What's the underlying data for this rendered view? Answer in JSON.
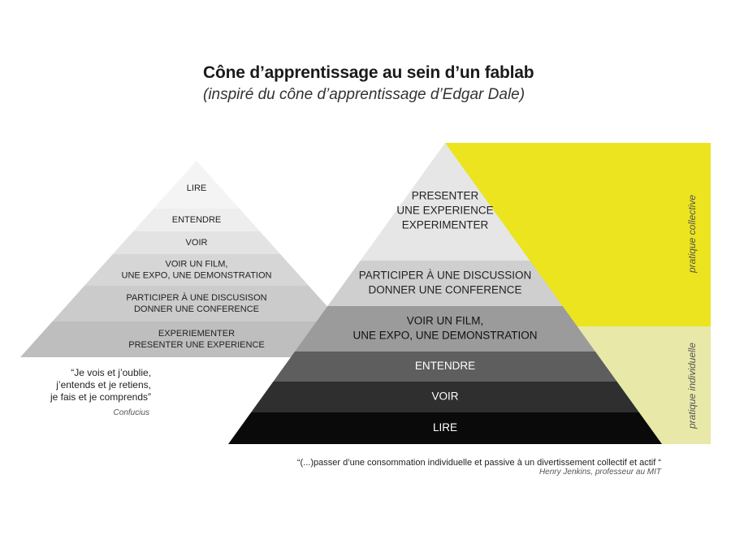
{
  "title": "Cône d’apprentissage au sein d’un fablab",
  "subtitle": "(inspiré du cône d’apprentissage d’Edgar Dale)",
  "left_pyramid": {
    "levels": [
      {
        "lines": [
          "LIRE"
        ],
        "color": "#f4f4f4"
      },
      {
        "lines": [
          "ENTENDRE"
        ],
        "color": "#eeeeee"
      },
      {
        "lines": [
          "VOIR"
        ],
        "color": "#e3e3e3"
      },
      {
        "lines": [
          "VOIR UN FILM,",
          "UNE EXPO, UNE DEMONSTRATION"
        ],
        "color": "#d6d6d6"
      },
      {
        "lines": [
          "PARTICIPER À UNE DISCUSISON",
          "DONNER UNE CONFERENCE"
        ],
        "color": "#cbcbcb"
      },
      {
        "lines": [
          "EXPERIEMENTER",
          "PRESENTER UNE EXPERIENCE"
        ],
        "color": "#bebebe"
      }
    ],
    "text_color": "#222222"
  },
  "left_quote": {
    "lines": [
      "“Je vois et j’oublie,",
      "j’entends et je retiens,",
      "je fais et je comprends”"
    ],
    "author": "Confucius"
  },
  "right_pyramid": {
    "levels": [
      {
        "lines": [
          "PRESENTER",
          "UNE EXPERIENCE",
          "EXPERIMENTER"
        ],
        "color": "#e6e6e6",
        "text_color": "#222222"
      },
      {
        "lines": [
          "PARTICIPER À UNE DISCUSSION",
          "DONNER UNE CONFERENCE"
        ],
        "color": "#cfcfcf",
        "text_color": "#222222"
      },
      {
        "lines": [
          "VOIR UN FILM,",
          "UNE EXPO, UNE DEMONSTRATION"
        ],
        "color": "#9b9b9b",
        "text_color": "#111111"
      },
      {
        "lines": [
          "ENTENDRE"
        ],
        "color": "#5e5e5e",
        "text_color": "#ffffff"
      },
      {
        "lines": [
          "VOIR"
        ],
        "color": "#2f2f2f",
        "text_color": "#ffffff"
      },
      {
        "lines": [
          "LIRE"
        ],
        "color": "#0a0a0a",
        "text_color": "#ffffff"
      }
    ]
  },
  "side_bands": {
    "collective": {
      "label": "pratique collective",
      "color": "#ebe41f"
    },
    "individual": {
      "label": "pratique individuelle",
      "color": "#e8e9a8"
    }
  },
  "bottom_quote": {
    "text": "“(...)passer d’une consommation individuelle et passive à un divertissement collectif et actif “",
    "author": "Henry Jenkins, professeur au MIT"
  }
}
